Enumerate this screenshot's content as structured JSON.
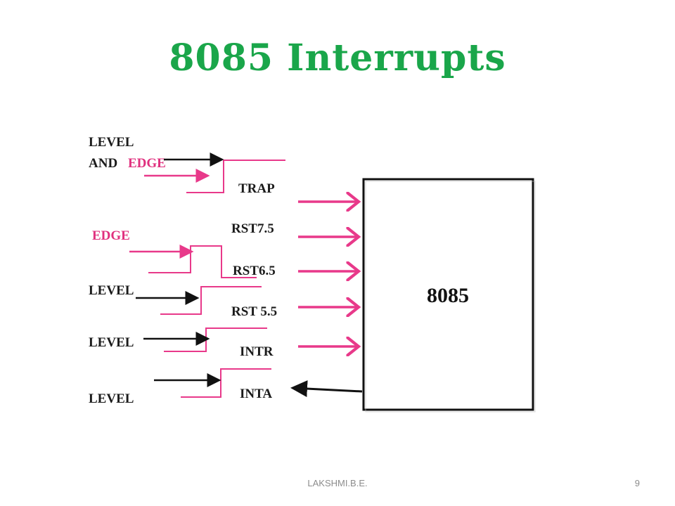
{
  "slide": {
    "title": "8085 Interrupts",
    "footer_author": "LAKSHMI.B.E.",
    "page_number": "9"
  },
  "diagram": {
    "chip_label": "8085",
    "left_labels": {
      "level_and_edge_line1": "LEVEL",
      "level_and_edge_line2": "AND",
      "edge_word": "EDGE",
      "edge": "EDGE",
      "level_rst65": "LEVEL",
      "level_rst55": "LEVEL",
      "level_intr": "LEVEL"
    },
    "interrupts": [
      {
        "name": "TRAP",
        "direction": "in"
      },
      {
        "name": "RST7.5",
        "direction": "in"
      },
      {
        "name": "RST6.5",
        "direction": "in"
      },
      {
        "name": "RST 5.5",
        "direction": "in"
      },
      {
        "name": "INTR",
        "direction": "in"
      },
      {
        "name": "INTA",
        "direction": "out"
      }
    ],
    "colors": {
      "pink": "#e8398a",
      "black": "#111111",
      "title_green": "#1aa64a"
    }
  }
}
